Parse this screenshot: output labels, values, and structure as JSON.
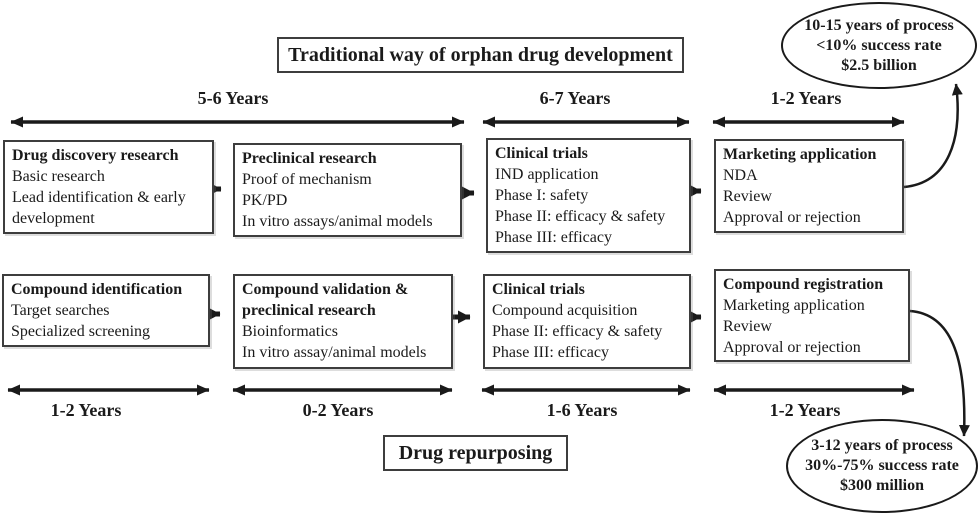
{
  "colors": {
    "ink": "#1a1a1a",
    "box_border": "#3d3d3d",
    "background": "#ffffff"
  },
  "traditional": {
    "title": "Traditional way of orphan drug development",
    "timeline_labels": [
      "5-6 Years",
      "6-7 Years",
      "1-2 Years"
    ],
    "stages": [
      {
        "title": "Drug discovery research",
        "lines": [
          "Basic research",
          "Lead identification & early development"
        ]
      },
      {
        "title": "Preclinical research",
        "lines": [
          "Proof of mechanism",
          "PK/PD",
          "In vitro assays/animal models"
        ]
      },
      {
        "title": "Clinical trials",
        "lines": [
          "IND application",
          "Phase I: safety",
          "Phase II: efficacy & safety",
          "Phase III: efficacy"
        ]
      },
      {
        "title": "Marketing application",
        "lines": [
          "NDA",
          "Review",
          "Approval or rejection"
        ]
      }
    ],
    "outcome": [
      "10-15 years of process",
      "<10% success rate",
      "$2.5 billion"
    ]
  },
  "repurposing": {
    "title": "Drug repurposing",
    "timeline_labels": [
      "1-2 Years",
      "0-2 Years",
      "1-6 Years",
      "1-2 Years"
    ],
    "stages": [
      {
        "title": "Compound identification",
        "lines": [
          "Target searches",
          "Specialized screening"
        ]
      },
      {
        "title": "Compound validation & preclinical research",
        "lines": [
          "Bioinformatics",
          "In vitro assay/animal models"
        ]
      },
      {
        "title": "Clinical trials",
        "lines": [
          "Compound acquisition",
          "Phase II: efficacy & safety",
          "Phase III: efficacy"
        ]
      },
      {
        "title": "Compound registration",
        "lines": [
          "Marketing application",
          "Review",
          "Approval or rejection"
        ]
      }
    ],
    "outcome": [
      "3-12 years of process",
      "30%-75% success rate",
      "$300 million"
    ]
  }
}
